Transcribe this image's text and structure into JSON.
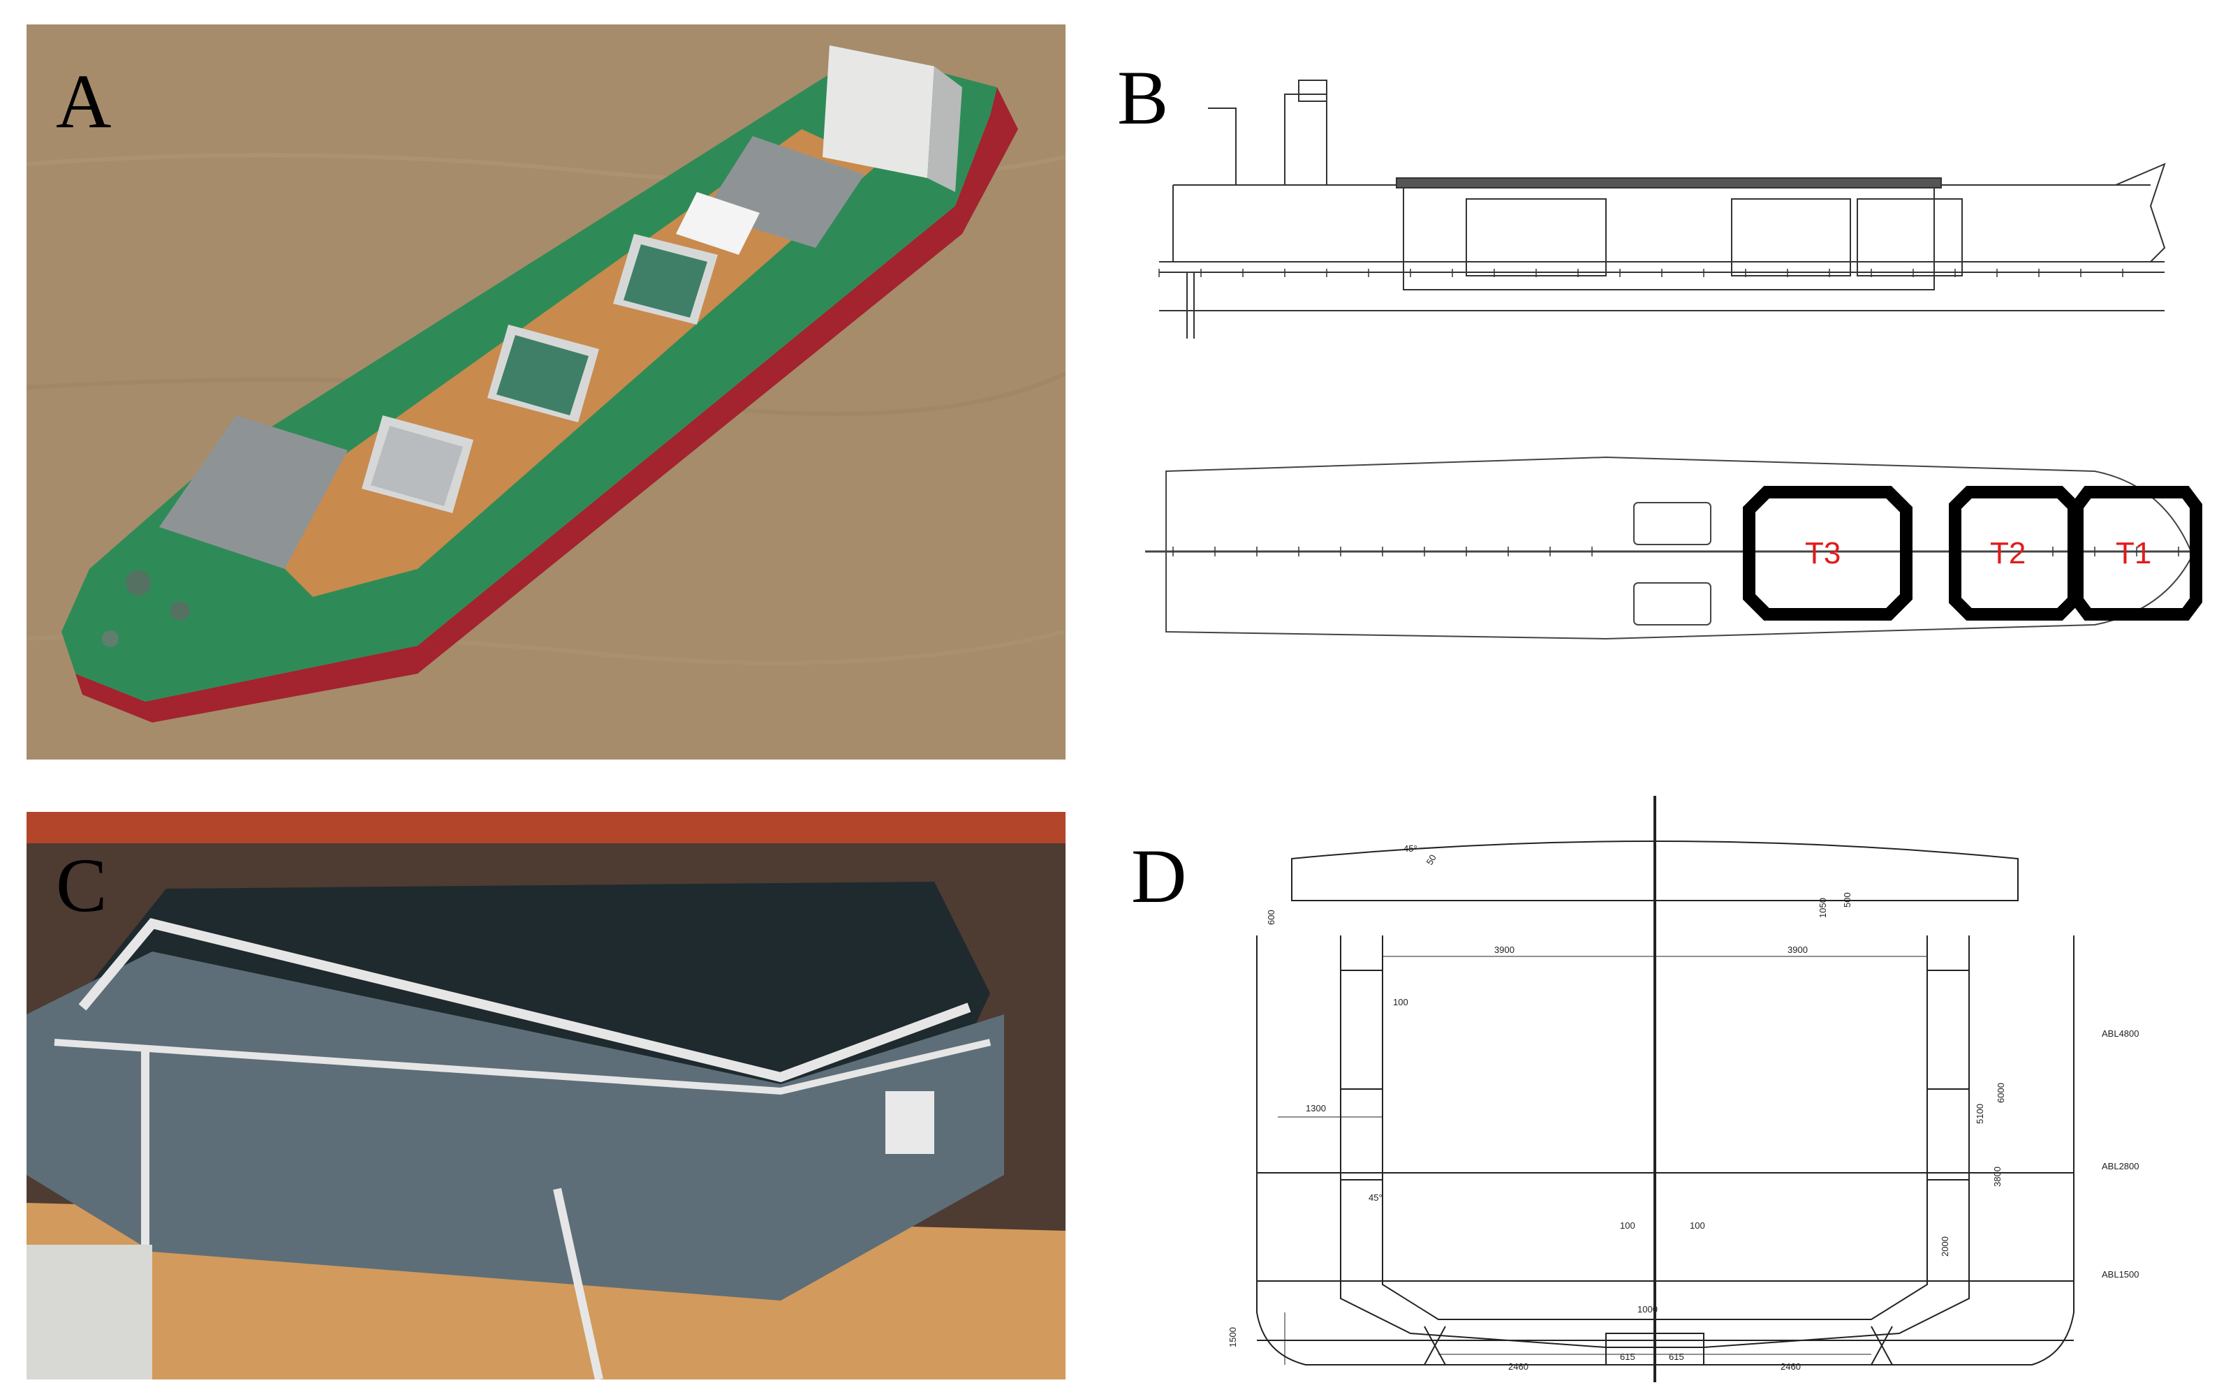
{
  "panels": {
    "a": {
      "label": "A"
    },
    "b": {
      "label": "B"
    },
    "c": {
      "label": "C"
    },
    "d": {
      "label": "D"
    }
  },
  "tanks": {
    "t1": "T1",
    "t2": "T2",
    "t3": "T3"
  },
  "dimensions": {
    "half_width_left": "3900",
    "half_width_right": "3900",
    "bottom_left": "2460",
    "bottom_right": "2460",
    "center_left": "615",
    "center_right": "615",
    "side_offset": "1300",
    "height_left": "1500",
    "abl4800": "ABL4800",
    "abl2800": "ABL2800",
    "abl1500": "ABL1500",
    "gap_100_a": "100",
    "gap_100_b": "100",
    "gap_100_c": "100",
    "depth_1000": "1000",
    "h_2000": "2000",
    "h_3800": "3800",
    "h_5100": "5100",
    "h_6000": "6000",
    "top_600": "600",
    "top_1050": "1050",
    "top_500": "500",
    "angle_45_top": "45°",
    "angle_45_low": "45°",
    "len_50": "50"
  },
  "colors": {
    "water_a": "#a68c6b",
    "hull_green": "#2e8b57",
    "hull_red": "#a3232e",
    "deck_tan": "#c98a4e",
    "tank_water": "#3f7f68",
    "tank_gray": "#b9bcbe",
    "steel_gray": "#5d6e78",
    "deck_grating": "#d29a5c",
    "tank_label_red": "#e01c1c"
  }
}
